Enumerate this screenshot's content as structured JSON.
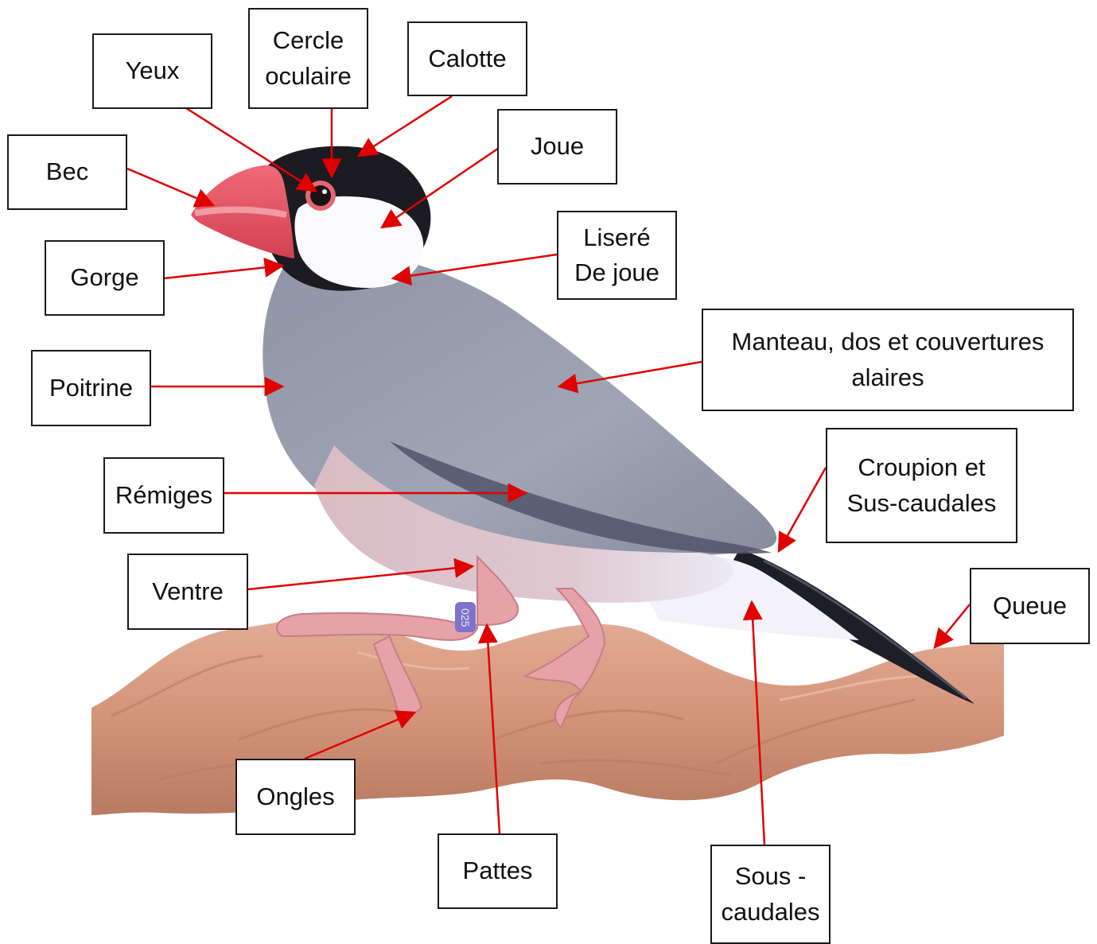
{
  "colors": {
    "arrow": "#e00000",
    "body_grey": "#9a9fae",
    "head_black": "#1b1b21",
    "cheek_white": "#fbfbfd",
    "beak_red": "#e0505e",
    "belly_pink": "#d6b8c0",
    "branch": "#d79a82",
    "feet_pink": "#e7a1a8"
  },
  "labels": {
    "yeux": "Yeux",
    "cercle": "Cercle\noculaire",
    "calotte": "Calotte",
    "bec": "Bec",
    "joue": "Joue",
    "gorge": "Gorge",
    "liseré": "Liseré\nDe joue",
    "manteau": "Manteau, dos et couvertures\nalaires",
    "poitrine": "Poitrine",
    "croupion": "Croupion et\nSus-caudales",
    "remiges": "Rémiges",
    "queue": "Queue",
    "ventre": "Ventre",
    "ongles": "Ongles",
    "pattes": "Pattes",
    "sous": "Sous -\ncaudales"
  },
  "ring_text": "025"
}
